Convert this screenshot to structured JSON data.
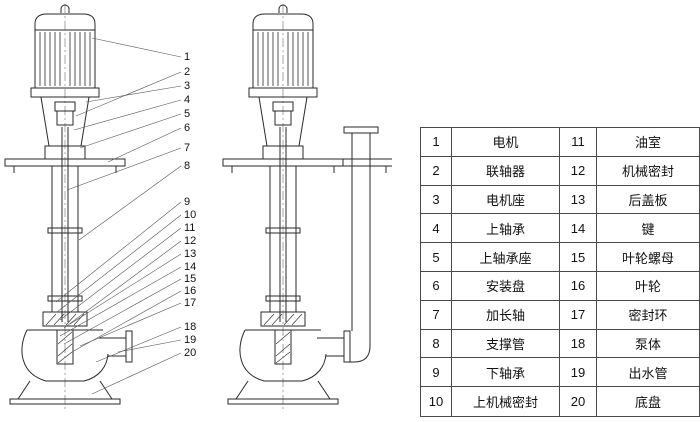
{
  "diagram": {
    "subject": "vertical-sump-pump-sectional-drawings",
    "colors": {
      "line": "#2a2a2a",
      "table_border": "#4a4a4a",
      "text": "#111111",
      "background": "#ffffff"
    }
  },
  "callouts": [
    "1",
    "2",
    "3",
    "4",
    "5",
    "6",
    "7",
    "8",
    "9",
    "10",
    "11",
    "12",
    "13",
    "14",
    "15",
    "16",
    "17",
    "18",
    "19",
    "20"
  ],
  "parts": {
    "rows": [
      {
        "n1": "1",
        "p1": "电机",
        "n2": "11",
        "p2": "油室"
      },
      {
        "n1": "2",
        "p1": "联轴器",
        "n2": "12",
        "p2": "机械密封"
      },
      {
        "n1": "3",
        "p1": "电机座",
        "n2": "13",
        "p2": "后盖板"
      },
      {
        "n1": "4",
        "p1": "上轴承",
        "n2": "14",
        "p2": "键"
      },
      {
        "n1": "5",
        "p1": "上轴承座",
        "n2": "15",
        "p2": "叶轮螺母"
      },
      {
        "n1": "6",
        "p1": "安装盘",
        "n2": "16",
        "p2": "叶轮"
      },
      {
        "n1": "7",
        "p1": "加长轴",
        "n2": "17",
        "p2": "密封环"
      },
      {
        "n1": "8",
        "p1": "支撑管",
        "n2": "18",
        "p2": "泵体"
      },
      {
        "n1": "9",
        "p1": "下轴承",
        "n2": "19",
        "p2": "出水管"
      },
      {
        "n1": "10",
        "p1": "上机械密封",
        "n2": "20",
        "p2": "底盘"
      }
    ]
  }
}
